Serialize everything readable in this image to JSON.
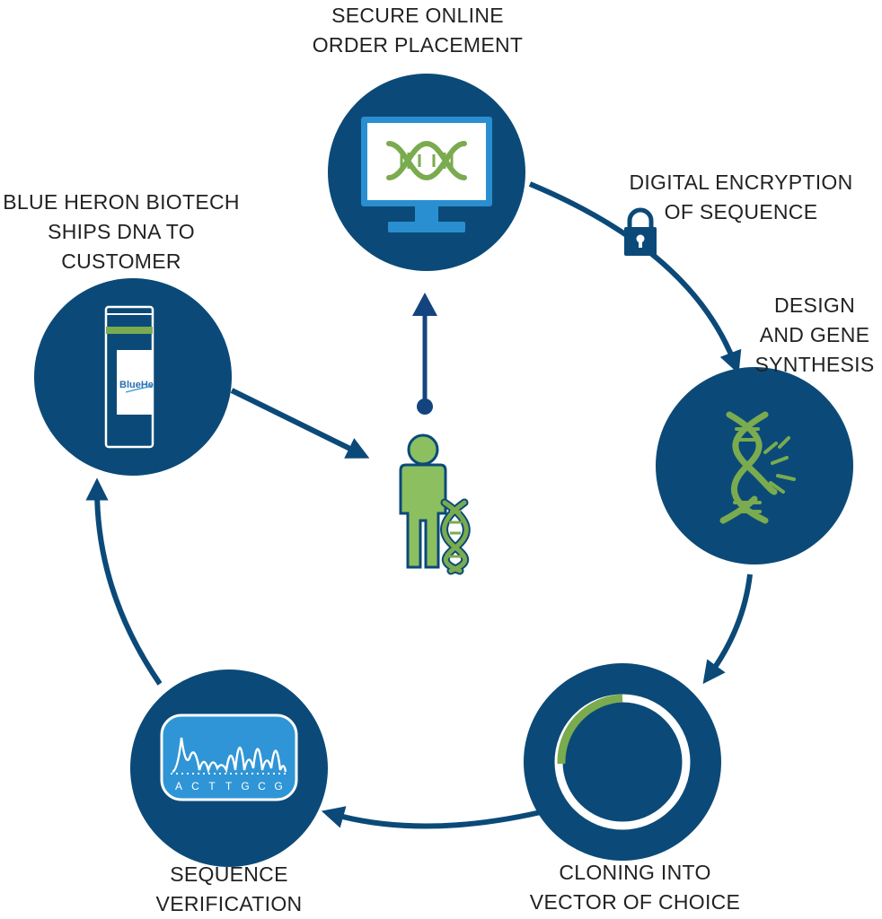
{
  "steps": [
    {
      "id": "order",
      "lines": [
        "SECURE ONLINE",
        "ORDER PLACEMENT"
      ],
      "icon": "computer-dna-icon"
    },
    {
      "id": "encryption",
      "lines": [
        "DIGITAL ENCRYPTION",
        "OF SEQUENCE"
      ],
      "icon": "padlock-icon"
    },
    {
      "id": "synthesis",
      "lines": [
        "DESIGN",
        "AND GENE",
        "SYNTHESIS"
      ],
      "icon": "dna-helix-icon"
    },
    {
      "id": "cloning",
      "lines": [
        "CLONING INTO",
        "VECTOR OF CHOICE"
      ],
      "icon": "plasmid-vector-icon"
    },
    {
      "id": "verification",
      "lines": [
        "SEQUENCE",
        "VERIFICATION"
      ],
      "icon": "chromatogram-icon"
    },
    {
      "id": "shipping",
      "lines": [
        "BLUE HERON BIOTECH",
        "SHIPS DNA TO",
        "CUSTOMER"
      ],
      "icon": "dna-vial-icon"
    }
  ],
  "center_icon": "customer-dna-icon",
  "vial_label": "BlueHe",
  "chromatogram_bases": [
    "A",
    "C",
    "T",
    "T",
    "G",
    "C",
    "G"
  ],
  "colors": {
    "navy": "#0b4a78",
    "green": "#7aab4f",
    "light_blue": "#2f95d6",
    "monitor_blue": "#2a8fd0",
    "text": "#222222",
    "arrow": "#0b4a78",
    "center_arrow": "#14447f"
  }
}
